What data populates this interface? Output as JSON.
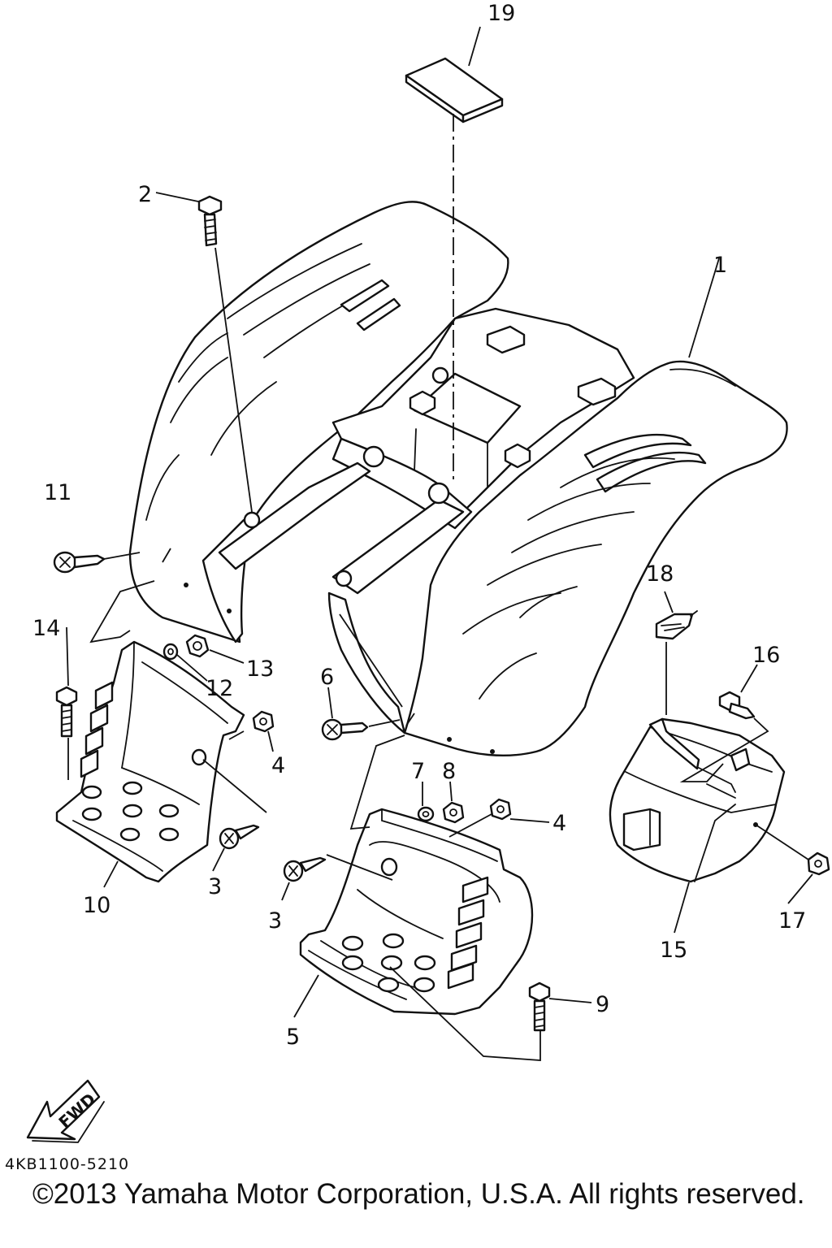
{
  "diagram": {
    "callouts": [
      {
        "id": "p19",
        "label": "19"
      },
      {
        "id": "p2",
        "label": "2"
      },
      {
        "id": "p1",
        "label": "1"
      },
      {
        "id": "p11",
        "label": "11"
      },
      {
        "id": "p14",
        "label": "14"
      },
      {
        "id": "p13",
        "label": "13"
      },
      {
        "id": "p12",
        "label": "12"
      },
      {
        "id": "p4a",
        "label": "4"
      },
      {
        "id": "p6",
        "label": "6"
      },
      {
        "id": "p18",
        "label": "18"
      },
      {
        "id": "p16",
        "label": "16"
      },
      {
        "id": "p7",
        "label": "7"
      },
      {
        "id": "p8",
        "label": "8"
      },
      {
        "id": "p4b",
        "label": "4"
      },
      {
        "id": "p3a",
        "label": "3"
      },
      {
        "id": "p3b",
        "label": "3"
      },
      {
        "id": "p10",
        "label": "10"
      },
      {
        "id": "p17",
        "label": "17"
      },
      {
        "id": "p15",
        "label": "15"
      },
      {
        "id": "p9",
        "label": "9"
      },
      {
        "id": "p5",
        "label": "5"
      }
    ],
    "fwd_label": "FWD"
  },
  "footer": {
    "ref_code": "4KB1100-5210",
    "copyright": "©2013 Yamaha Motor Corporation, U.S.A. All rights reserved."
  }
}
